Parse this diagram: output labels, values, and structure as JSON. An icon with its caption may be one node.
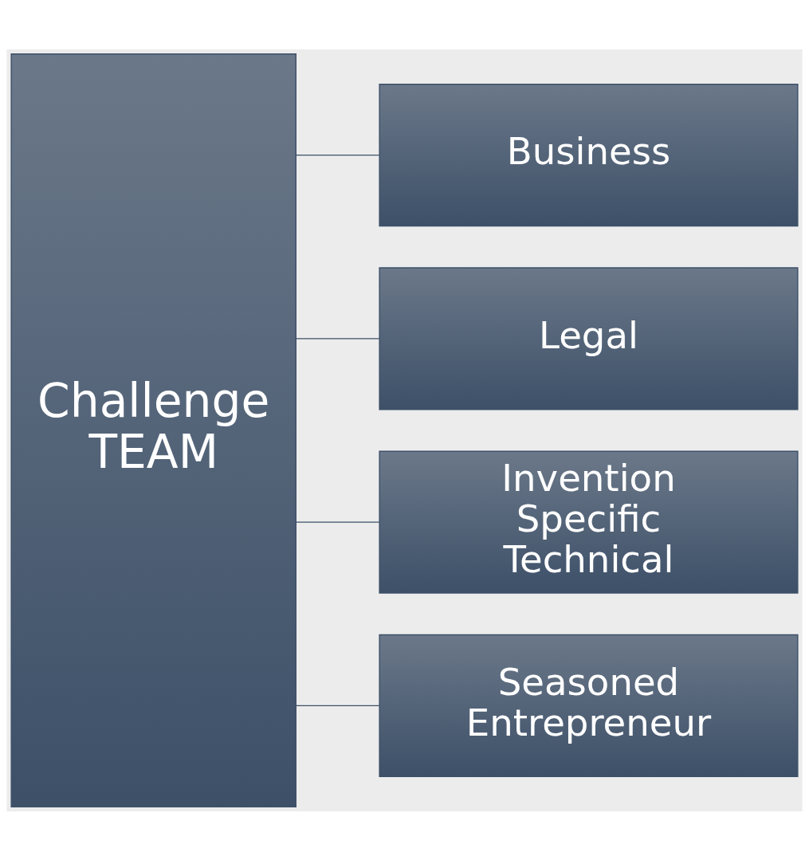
{
  "diagram": {
    "nodes": [
      {
        "text": [
          "Challenge TEAM"
        ]
      },
      {
        "text": [
          "Business"
        ]
      },
      {
        "text": [
          "Legal"
        ]
      },
      {
        "text": [
          "Invention Specific Technical"
        ]
      },
      {
        "text": [
          "Seasoned Entrepreneur"
        ]
      }
    ],
    "edges": [
      {
        "from": 0,
        "to": 1,
        "arrow": "none"
      },
      {
        "from": 0,
        "to": 2,
        "arrow": "none"
      },
      {
        "from": 0,
        "to": 3,
        "arrow": "none"
      },
      {
        "from": 0,
        "to": 4,
        "arrow": "none"
      }
    ]
  }
}
